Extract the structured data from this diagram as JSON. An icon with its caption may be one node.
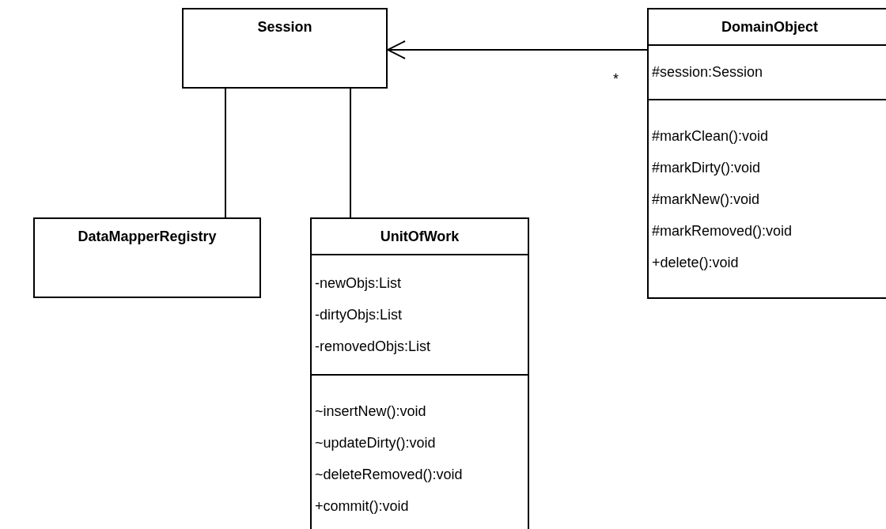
{
  "diagram": {
    "nodes": [
      {
        "text": [
          "Session"
        ]
      },
      {
        "text": [
          "DomainObject",
          "#session:Session",
          "#markClean():void",
          "#markDirty():void",
          "#markNew():void",
          "#markRemoved():void",
          "+delete():void"
        ]
      },
      {
        "text": [
          "DataMapperRegistry"
        ]
      },
      {
        "text": [
          "UnitOfWork",
          "-newObjs:List",
          "-dirtyObjs:List",
          "-removedObjs:List",
          "~insertNew():void",
          "~updateDirty():void",
          "~deleteRemoved():void",
          "+commit():void"
        ]
      }
    ],
    "edges": [
      {
        "from": 1,
        "to": 0,
        "arrow": "to",
        "label": "*"
      },
      {
        "from": 0,
        "to": 2,
        "arrow": "none"
      },
      {
        "from": 0,
        "to": 3,
        "arrow": "none"
      }
    ]
  }
}
